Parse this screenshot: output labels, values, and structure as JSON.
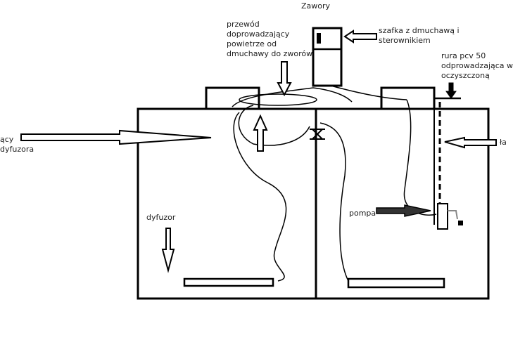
{
  "labels": {
    "zawory": "Zawory",
    "szafka": "szafka z dmuchawą i\nsterownikiem",
    "przewod": "przewód\ndoprowadzający\npowietrze od\ndmuchawy do zworów",
    "rura": "rura pcv 50\nodprowadzająca w\noczyszczoną",
    "left_cut": "ący\ndyfuzora",
    "right_cut": "ła",
    "dyfuzor": "dyfuzor",
    "pompa": "pompa"
  }
}
